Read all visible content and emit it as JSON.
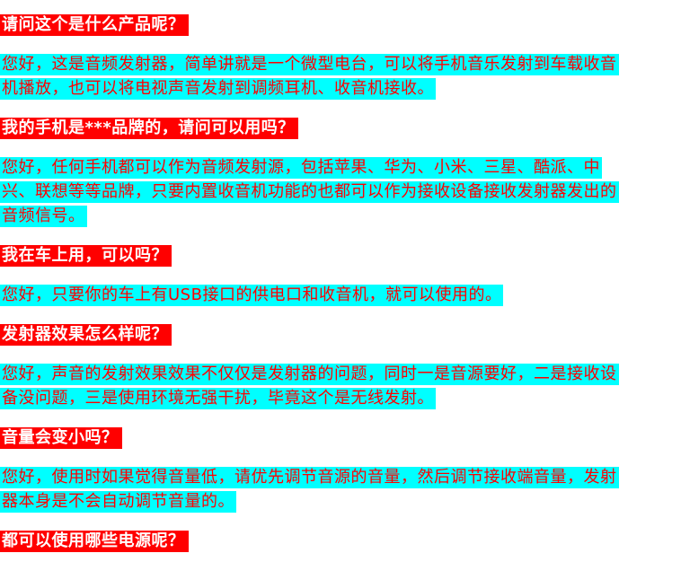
{
  "faq": [
    {
      "question": "请问这个是什么产品呢？",
      "answer_lines": [
        "您好，这是音频发射器，简单讲就是一个微型电台，可以将手机音乐发射到车载收音",
        "机播放，也可以将电视声音发射到调频耳机、收音机接收。"
      ]
    },
    {
      "question": "我的手机是***品牌的，请问可以用吗？",
      "answer_lines": [
        "您好，任何手机都可以作为音频发射源，包括苹果、华为、小米、三星、酷派、中",
        "兴、联想等等品牌，只要内置收音机功能的也都可以作为接收设备接收发射器发出的",
        "音频信号。"
      ]
    },
    {
      "question": "我在车上用，可以吗？",
      "answer_lines": [
        "您好，只要你的车上有USB接口的供电口和收音机，就可以使用的。"
      ]
    },
    {
      "question": "发射器效果怎么样呢？",
      "answer_lines": [
        "您好，声音的发射效果效果不仅仅是发射器的问题，同时一是音源要好，二是接收设",
        "备没问题，三是使用环境无强干扰，毕竟这个是无线发射。"
      ]
    },
    {
      "question": "音量会变小吗？",
      "answer_lines": [
        "您好，使用时如果觉得音量低，请优先调节音源的音量，然后调节接收端音量，发射",
        "器本身是不会自动调节音量的。"
      ]
    },
    {
      "question": "都可以使用哪些电源呢？",
      "answer_lines": []
    }
  ]
}
